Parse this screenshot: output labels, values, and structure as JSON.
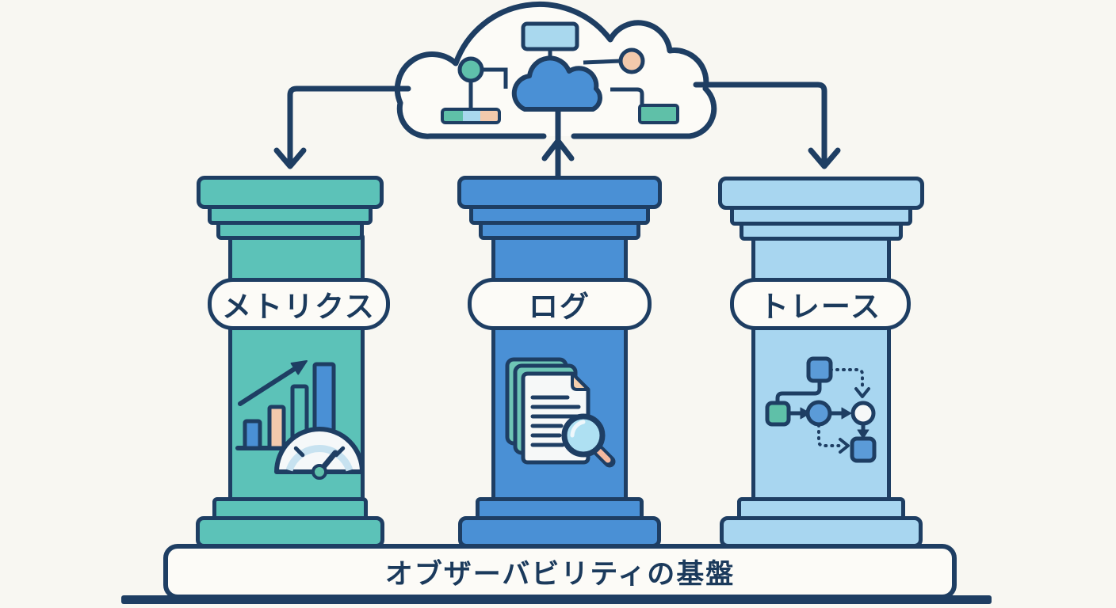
{
  "page": {
    "background": "#F8F7F2"
  },
  "cloud": {
    "icon": "cloud-network-icon"
  },
  "pillars": [
    {
      "id": "metrics",
      "label": "メトリクス",
      "icon": "metrics-gauge-chart-icon",
      "color": "#5CC2B8"
    },
    {
      "id": "logs",
      "label": "ログ",
      "icon": "log-documents-search-icon",
      "color": "#4A90D5"
    },
    {
      "id": "traces",
      "label": "トレース",
      "icon": "trace-flow-map-icon",
      "color": "#A8D6F0"
    }
  ],
  "foundation": {
    "label": "オブザーバビリティの基盤"
  },
  "colors": {
    "outline": "#1E3E63",
    "text": "#1B3A5C",
    "teal": "#5CC2B8",
    "blue": "#4A90D5",
    "light_blue": "#A8D6F0",
    "peach": "#F2C9AC",
    "panel_white": "#FCFBF7",
    "background": "#F8F7F2"
  }
}
